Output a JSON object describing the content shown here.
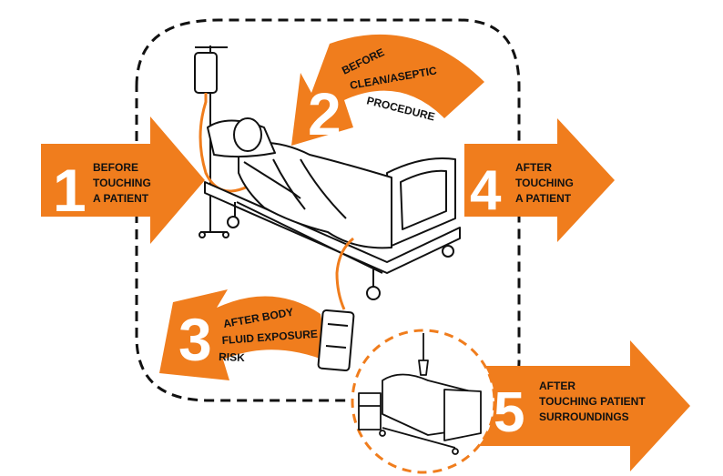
{
  "colors": {
    "accent": "#f07d1d",
    "outline": "#111111",
    "background": "#ffffff"
  },
  "moments": [
    {
      "number": "1",
      "lines": [
        "BEFORE",
        "TOUCHING",
        "A PATIENT"
      ]
    },
    {
      "number": "2",
      "lines": [
        "BEFORE",
        "CLEAN/ASEPTIC",
        "PROCEDURE"
      ]
    },
    {
      "number": "3",
      "lines": [
        "AFTER BODY",
        "FLUID EXPOSURE",
        "RISK"
      ]
    },
    {
      "number": "4",
      "lines": [
        "AFTER",
        "TOUCHING",
        "A PATIENT"
      ]
    },
    {
      "number": "5",
      "lines": [
        "AFTER",
        "TOUCHING PATIENT",
        "SURROUNDINGS"
      ]
    }
  ],
  "icons": {
    "bed": "hospital-bed-icon",
    "iv": "iv-drip-icon",
    "bag": "urine-bag-icon",
    "surroundings": "bed-surroundings-icon"
  }
}
